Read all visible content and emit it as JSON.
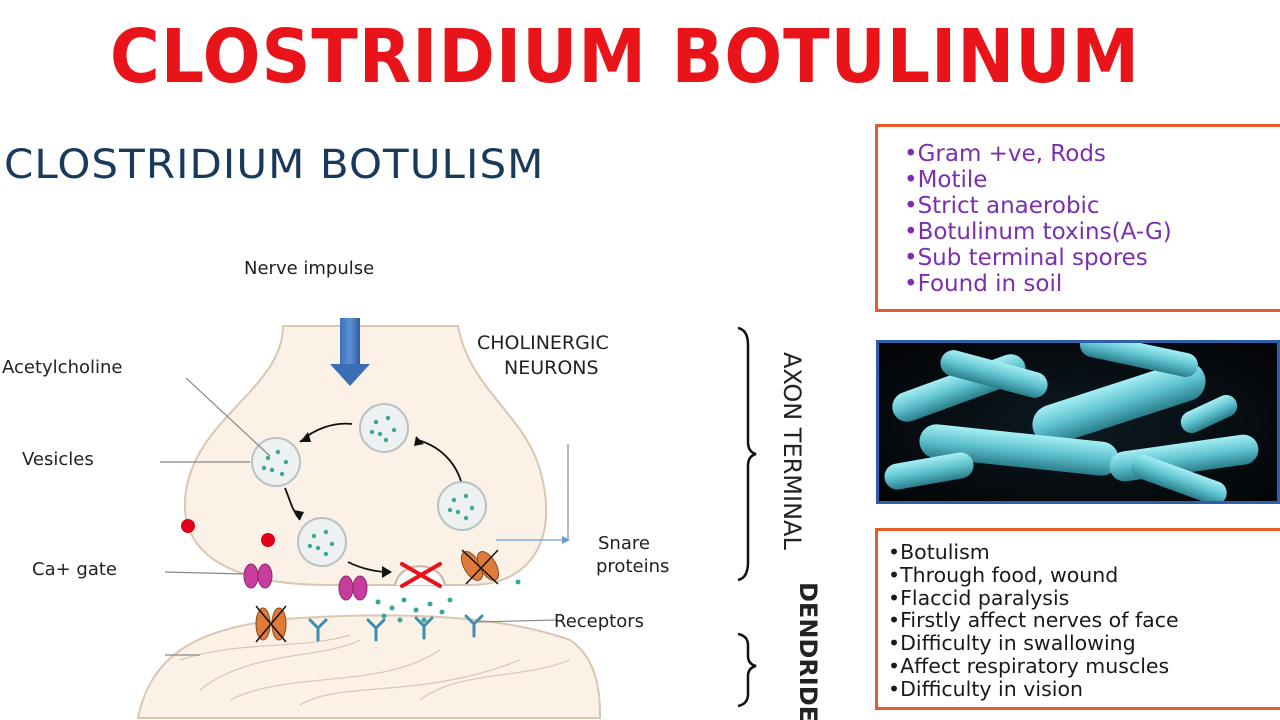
{
  "title": "CLOSTRIDIUM BOTULINUM",
  "subtitle": "CLOSTRIDIUM BOTULISM",
  "diagram": {
    "nerve_impulse": "Nerve impulse",
    "acetylcholine": "Acetylcholine",
    "vesicles": "Vesicles",
    "ca_gate": "Ca+ gate",
    "cholinergic_line1": "CHOLINERGIC",
    "cholinergic_line2": "NEURONS",
    "snare_line1": "Snare",
    "snare_line2": "proteins",
    "receptors": "Receptors",
    "axon_terminal": "AXON TERMINAL",
    "dendride": "DENDRIDE"
  },
  "features": [
    "•Gram +ve, Rods",
    "•Motile",
    "•Strict anaerobic",
    "•Botulinum toxins(A-G)",
    "•Sub terminal spores",
    "•Found in soil"
  ],
  "disease_points": [
    "•Botulism",
    "•Through food, wound",
    "•Flaccid paralysis",
    "•Firstly affect nerves of face",
    "•Difficulty in swallowing",
    "•Affect respiratory muscles",
    "•Difficulty in vision"
  ],
  "colors": {
    "title": "#e8141a",
    "subtitle": "#1a3a5c",
    "box_border": "#e85c2c",
    "features_text": "#7a2fb0",
    "photo_border": "#2e5fa8",
    "bacteria": "#5fc3cf"
  }
}
